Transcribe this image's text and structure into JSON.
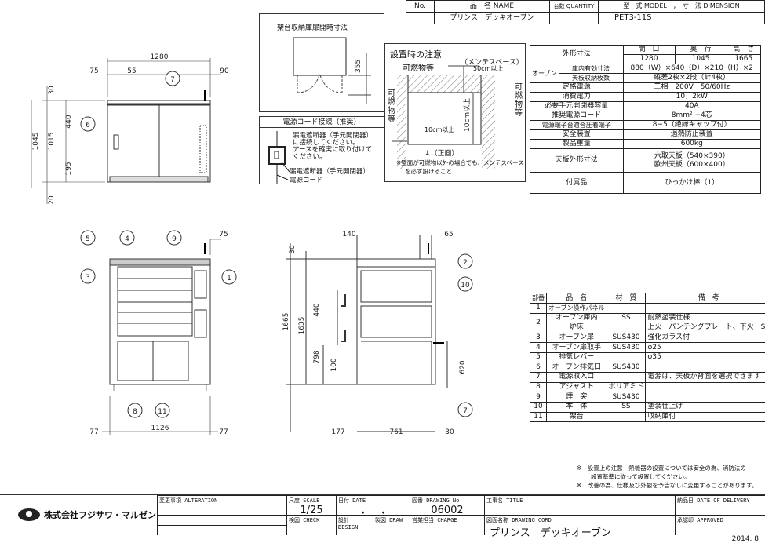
{
  "header": {
    "no_label": "No.",
    "name_label": "品　名 NAME",
    "qty_label": "台数 QUANTITY",
    "model_label": "型　式 MODEL　，　寸　法 DIMENSION",
    "name": "プリンス　デッキオーブン",
    "model": "PET3-11S"
  },
  "door_box": {
    "title": "架台収納庫扉開時寸法",
    "dim": "355"
  },
  "power_box": {
    "title": "電源コード接続（推奨）",
    "lines": [
      "漏電遮断器（手元開閉器）",
      "に接続してください。",
      "アースを確実に取り付けて",
      "ください。"
    ],
    "label_breaker": "漏電遮断器（手元開閉器）",
    "label_cord": "電源コード"
  },
  "install": {
    "title": "設置時の注意",
    "combustible": "可燃物等",
    "maint": "（メンテスペース）",
    "dim_top": "50cm以上",
    "dim_side": "10cm以上",
    "dim_left": "10cm以上",
    "left": "可燃物等",
    "right": "可燃物等",
    "front": "↓（正面）",
    "note1": "※壁面が可燃物以外の場合でも、メンテスペース",
    "note2": "を必ず設けること"
  },
  "spec": {
    "outer": "外形寸法",
    "h1": "間　口",
    "h2": "奥　行",
    "h3": "高　さ",
    "w": "1280",
    "d": "1045",
    "h": "1665",
    "oven": "オーブン",
    "inner_label": "庫内有効寸法",
    "inner": "880（W）×640（D）×210（H）×2",
    "tray_label": "天板収納枚数",
    "tray": "縦差2枚×2段（計4枚）",
    "rows": [
      {
        "k": "定格電源",
        "v": "三相　200V　50/60Hz"
      },
      {
        "k": "消費電力",
        "v": "10，2kW"
      },
      {
        "k": "必要手元開閉器容量",
        "v": "40A"
      },
      {
        "k": "推奨電源コード",
        "v": "8mm² −4芯"
      },
      {
        "k": "電源端子台適合圧着端子",
        "v": "8−5（絶縁キャップ付）"
      },
      {
        "k": "安全装置",
        "v": "過熱防止装置"
      },
      {
        "k": "製品重量",
        "v": "600kg"
      }
    ],
    "plate_label": "天板外形寸法",
    "plate1": "六取天板（540×390）",
    "plate2": "欧州天板（600×400）",
    "acc_label": "付属品",
    "acc": "ひっかけ棒（1）"
  },
  "parts": {
    "headers": [
      "部番",
      "品　名",
      "材　質",
      "備　考"
    ],
    "rows": [
      [
        "1",
        "オーブン操作パネル",
        "",
        ""
      ],
      [
        "2",
        "オーブン庫内",
        "SS",
        "耐熱塗装仕様"
      ],
      [
        "",
        "炉床",
        "",
        "上火　パンチングプレート、下火　SS"
      ],
      [
        "3",
        "オーブン扉",
        "SUS430",
        "強化ガラス付"
      ],
      [
        "4",
        "オーブン扉取手",
        "SUS430",
        "φ25"
      ],
      [
        "5",
        "排気レバー",
        "",
        "φ35"
      ],
      [
        "6",
        "オーブン排気口",
        "SUS430",
        ""
      ],
      [
        "7",
        "電源取入口",
        "",
        "電源は、天板か背面を選択できます"
      ],
      [
        "8",
        "アジャスト",
        "ポリアミド",
        ""
      ],
      [
        "9",
        "煙　突",
        "SUS430",
        ""
      ],
      [
        "10",
        "本　体",
        "SS",
        "塗装仕上げ"
      ],
      [
        "11",
        "架台",
        "",
        "収納庫付"
      ]
    ]
  },
  "notes": [
    "※　設置上の注意　熱機器の設置については安全の為、消防法の",
    "設置基準に従って設置してください。",
    "※　改善の為、仕様及び外観を予告なしに変更することがあります。"
  ],
  "title_block": {
    "company": "株式会社フジサワ・マルゼン",
    "alteration": "変更事項 ALTERATION",
    "scale_label": "尺度 SCALE",
    "scale": "1/25",
    "date_label": "日付 DATE",
    "date": "・　・",
    "dwg_label": "図番 DRAWING No.",
    "dwg": "06002",
    "title_label": "工事名 TITLE",
    "delivery_label": "納品日 DATE OF DELIVERY",
    "check_label": "検図 CHECK",
    "design_label": "設計 DESIGN",
    "draw_label": "製図 DRAW",
    "charge_label": "営業担当 CHARGE",
    "cord_label": "図面名称 DRAWING CORD",
    "cord": "プリンス　デッキオーブン",
    "approved_label": "承認印 APPROVED",
    "year": "2014. 8"
  },
  "plan": {
    "d1280": "1280",
    "d75": "75",
    "d55": "55",
    "d90": "90",
    "d30": "30",
    "d440": "440",
    "d1045": "1045",
    "d1015": "1015",
    "d195": "195",
    "d20": "20",
    "b7": "7",
    "b6": "6"
  },
  "front": {
    "d75": "75",
    "d77a": "77",
    "d1126": "1126",
    "d77b": "77",
    "b5": "5",
    "b4": "4",
    "b9": "9",
    "b3": "3",
    "b1": "1",
    "b8": "8",
    "b11": "11"
  },
  "side": {
    "d140": "140",
    "d65": "65",
    "d30": "30",
    "d1665": "1665",
    "d1635": "1635",
    "d440": "440",
    "d798": "798",
    "d100": "100",
    "d620": "620",
    "d177": "177",
    "d761": "761",
    "d30b": "30",
    "b2": "2",
    "b10": "10",
    "b7": "7"
  }
}
